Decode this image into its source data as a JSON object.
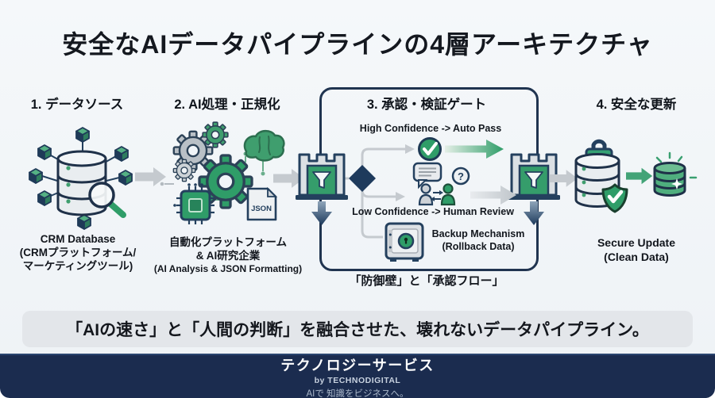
{
  "title": "安全なAIデータパイプラインの4層アーキテクチャ",
  "columns": [
    {
      "label": "1. データソース",
      "caption": [
        "CRM Database",
        "(CRMプラットフォーム/",
        "マーケティングツール)"
      ]
    },
    {
      "label": "2. AI処理・正規化",
      "caption": [
        "自動化プラットフォーム",
        "& AI研究企業",
        "(AI Analysis & JSON Formatting)"
      ],
      "file_badge": "JSON"
    },
    {
      "label": "3. 承認・検証ゲート",
      "high_path": "High Confidence -> Auto Pass",
      "low_path": "Low Confidence -> Human Review",
      "backup_line1": "Backup Mechanism",
      "backup_line2": "(Rollback Data)",
      "gate_caption": "「防御壁」と「承認フロー」"
    },
    {
      "label": "4. 安全な更新",
      "caption": [
        "Secure Update",
        "(Clean Data)"
      ]
    }
  ],
  "banner": "「AIの速さ」と「人間の判断」を融合させた、壊れないデータパイプライン。",
  "footer": {
    "brand": "テクノロジーサービス",
    "byline": "by TECHNODIGITAL",
    "tagline": "AIで 知識をビジネスへ。"
  },
  "icons": {
    "question_mark": "?"
  },
  "colors": {
    "green": "#2f9d68",
    "navy": "#1e3a5c",
    "gray_arrow": "#c5cacf",
    "background": "#f1f5f8",
    "banner_bg": "#e3e6ea",
    "footer_bg": "#1b2c4f"
  }
}
